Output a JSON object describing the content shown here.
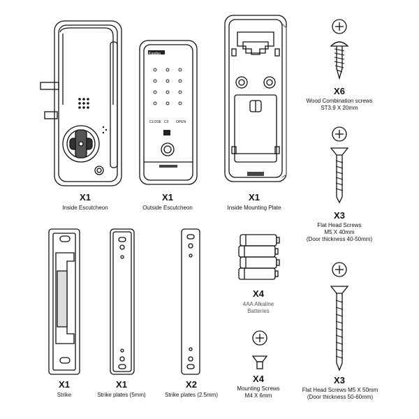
{
  "items": [
    {
      "qty": "X1",
      "caption": [
        "Inside Escutcheon"
      ]
    },
    {
      "qty": "X1",
      "caption": [
        "Outside Escutcheon"
      ],
      "brand": "Kaadas"
    },
    {
      "qty": "X1",
      "caption": [
        "Inside Mounting Plate"
      ]
    },
    {
      "qty": "X6",
      "caption": [
        "Wood Combination screws",
        "ST3.9 X 20mm"
      ]
    },
    {
      "qty": "X3",
      "caption": [
        "Flat Head Screws",
        "M5 X 40mm",
        "(Door thickness  40-50mm)"
      ]
    },
    {
      "qty": "X1",
      "caption": [
        "Strike"
      ]
    },
    {
      "qty": "X1",
      "caption": [
        "Strike plates (5mm)"
      ]
    },
    {
      "qty": "X2",
      "caption": [
        "Strike plates (2.5mm)"
      ]
    },
    {
      "qty": "X4",
      "caption": [
        "4AA Alkaline",
        "Batteries"
      ]
    },
    {
      "qty": "X4",
      "caption": [
        "Mounting Screws",
        "M4 X 6mm"
      ]
    },
    {
      "qty": "X3",
      "caption": [
        "Flat Head Screws M5 X 50mm",
        "(Door thickness  50-60mm)"
      ]
    }
  ],
  "keypad": {
    "buttons": [
      "CLOSE",
      "C0",
      "OPEN"
    ]
  }
}
